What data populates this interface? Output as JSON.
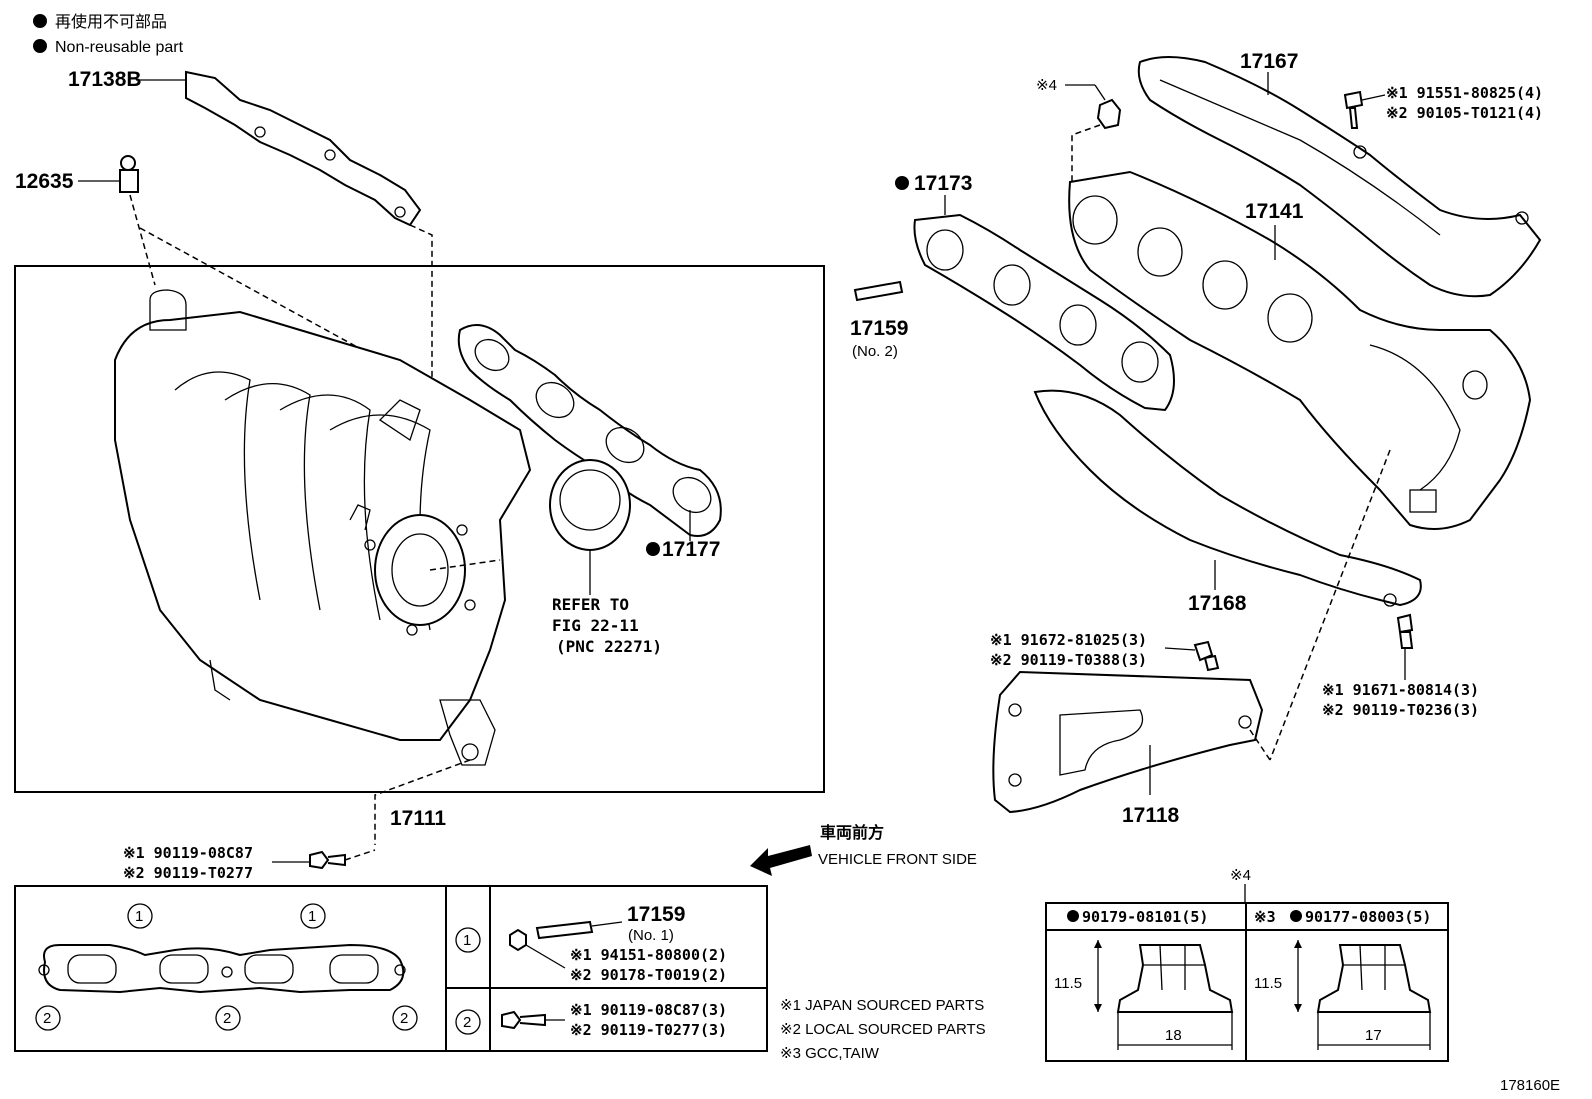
{
  "legend": {
    "jp_non_reusable": "再使用不可部品",
    "non_reusable": "Non-reusable part"
  },
  "parts": {
    "p17138b": "17138B",
    "p12635": "12635",
    "p17111": "17111",
    "p17177": "17177",
    "refer_line1": "REFER TO",
    "refer_line2": "FIG 22-11",
    "refer_line3": "(PNC 22271)",
    "p17173": "17173",
    "p17159_2": "17159",
    "p17159_2_sub": "(No. 2)",
    "p17167": "17167",
    "p17141": "17141",
    "p17168": "17168",
    "p17118": "17118",
    "mark4_top": "※4",
    "bolt_top_1": "※1 91551-80825(4)",
    "bolt_top_2": "※2 90105-T0121(4)",
    "bolt_mid_1": "※1 91672-81025(3)",
    "bolt_mid_2": "※2 90119-T0388(3)",
    "bolt_right_1": "※1 91671-80814(3)",
    "bolt_right_2": "※2 90119-T0236(3)",
    "bolt_left_1": "※1 90119-08C87",
    "bolt_left_2": "※2 90119-T0277"
  },
  "vehicle_front": {
    "jp": "車両前方",
    "en": "VEHICLE FRONT SIDE"
  },
  "table": {
    "circle1": "1",
    "circle2": "2",
    "row1_part": "17159",
    "row1_sub": "(No. 1)",
    "row1_a": "※1 94151-80800(2)",
    "row1_b": "※2 90178-T0019(2)",
    "row2_a": "※1 90119-08C87(3)",
    "row2_b": "※2 90119-T0277(3)"
  },
  "notes": {
    "n1": "※1 JAPAN SOURCED PARTS",
    "n2": "※2 LOCAL SOURCED PARTS",
    "n3": "※3 GCC,TAIW"
  },
  "nut_table": {
    "mark4": "※4",
    "col1_title": "90179-08101(5)",
    "col2_prefix": "※3",
    "col2_title": "90177-08003(5)",
    "height1": "11.5",
    "height2": "11.5",
    "width1": "18",
    "width2": "17"
  },
  "figure_code": "178160E"
}
